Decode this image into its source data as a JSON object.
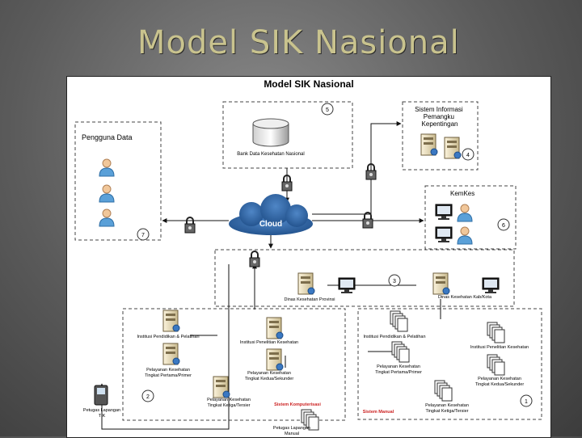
{
  "slide": {
    "title": "Model SIK Nasional"
  },
  "diagram": {
    "title": "Model SIK Nasional",
    "cloud_label": "Cloud",
    "groups": {
      "bank_data": {
        "number": "5",
        "label": "Bank Data Kesehatan Nasional"
      },
      "stakeholders": {
        "title": "Sistem Informasi Pemangku Kepentingan",
        "number": "4"
      },
      "users": {
        "title": "Pengguna Data",
        "number": "7"
      },
      "kemkes": {
        "title": "KemKes",
        "number": "6"
      },
      "dinas": {
        "number": "3",
        "provinsi": "Dinas Kesehatan Provinsi",
        "kabkota": "Dinas Kesehatan Kab/Kota"
      },
      "computerized": {
        "number": "2",
        "caption": "Sistem Komputerisasi",
        "institusi_pendidikan": "Institusi Pendidikan & Pelatihan",
        "institusi_penelitian": "Institusi Penelitian Kesehatan",
        "pelayanan_primer": "Pelayanan Kesehatan Tingkat Pertama/Primer",
        "pelayanan_sekunder": "Pelayanan Kesehatan Tingkat Kedua/Sekunder",
        "pelayanan_tersier": "Pelayanan Kesehatan Tingkat Ketiga/Tersier"
      },
      "manual": {
        "number": "1",
        "caption": "Sistem Manual",
        "institusi_pendidikan": "Institusi Pendidikan & Pelatihan",
        "institusi_penelitian": "Institusi Penelitian Kesehatan",
        "pelayanan_primer": "Pelayanan Kesehatan Tingkat Pertama/Primer",
        "pelayanan_sekunder": "Pelayanan Kesehatan Tingkat Kedua/Sekunder",
        "pelayanan_tersier": "Pelayanan Kesehatan Tingkat Ketiga/Tersier"
      }
    },
    "petugas_tik": "Petugas Lapangan TIK",
    "petugas_manual": "Petugas Lapangan Manual",
    "colors": {
      "title_text": "#c9c38e",
      "cloud": "#2a5f9e",
      "caption_red": "#cc2222"
    }
  }
}
